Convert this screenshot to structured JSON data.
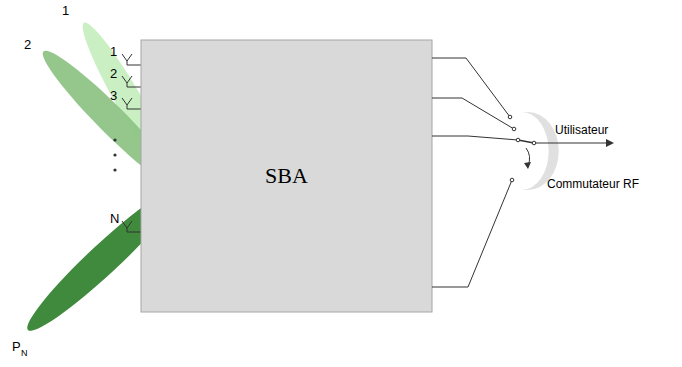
{
  "diagram": {
    "nodes": [
      {
        "text": [
          "SBA"
        ]
      }
    ],
    "labels": [
      "1",
      "2",
      "P",
      "N",
      "1",
      "2",
      "3",
      "N",
      "Utilisateur",
      "Commutateur RF"
    ]
  }
}
